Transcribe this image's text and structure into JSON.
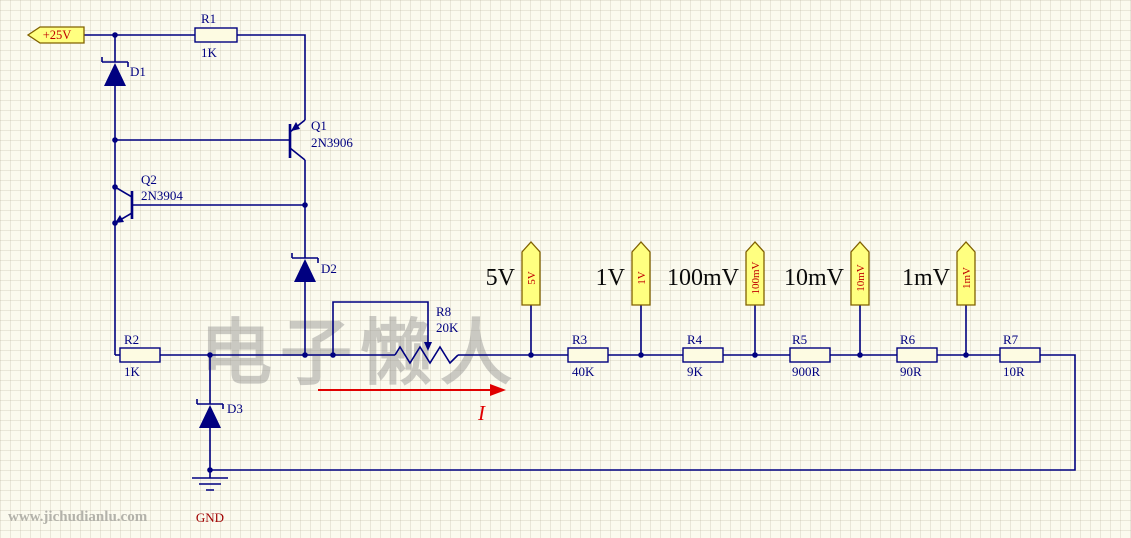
{
  "meta": {
    "watermark": "电子懒人",
    "website": "www.jichudianlu.com"
  },
  "labels": {
    "power": "+25V",
    "ground": "GND",
    "current": "I"
  },
  "components": {
    "r1": {
      "ref": "R1",
      "value": "1K"
    },
    "r2": {
      "ref": "R2",
      "value": "1K"
    },
    "r3": {
      "ref": "R3",
      "value": "40K"
    },
    "r4": {
      "ref": "R4",
      "value": "9K"
    },
    "r5": {
      "ref": "R5",
      "value": "900R"
    },
    "r6": {
      "ref": "R6",
      "value": "90R"
    },
    "r7": {
      "ref": "R7",
      "value": "10R"
    },
    "r8": {
      "ref": "R8",
      "value": "20K"
    },
    "d1": {
      "ref": "D1"
    },
    "d2": {
      "ref": "D2"
    },
    "d3": {
      "ref": "D3"
    },
    "q1": {
      "ref": "Q1",
      "part": "2N3906"
    },
    "q2": {
      "ref": "Q2",
      "part": "2N3904"
    }
  },
  "taps": [
    {
      "label": "5V",
      "flag": "5V"
    },
    {
      "label": "1V",
      "flag": "1V"
    },
    {
      "label": "100mV",
      "flag": "100mV"
    },
    {
      "label": "10mV",
      "flag": "10mV"
    },
    {
      "label": "1mV",
      "flag": "1mV"
    }
  ],
  "colors": {
    "wire": "#000080",
    "flag_fill": "#ffff80",
    "flag_border": "#806000",
    "red_text": "#c00000",
    "arrow": "#e00000",
    "background": "#fbfaee",
    "watermark": "#8f8f8f"
  }
}
